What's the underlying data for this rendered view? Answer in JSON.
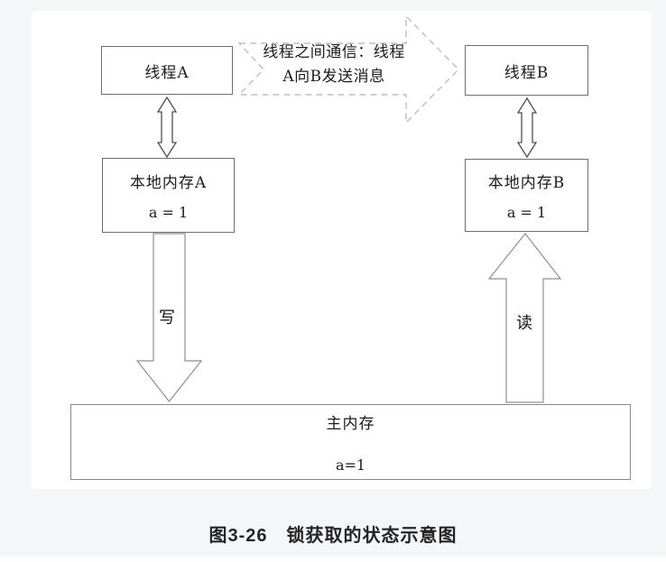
{
  "figure": {
    "thread_a_label": "线程A",
    "thread_b_label": "线程B",
    "comm_line1": "线程之间通信：线程",
    "comm_line2": "A向B发送消息",
    "local_a_title": "本地内存A",
    "local_a_value": "a = 1",
    "local_b_title": "本地内存B",
    "local_b_value": "a = 1",
    "write_label": "写",
    "read_label": "读",
    "main_memory_title": "主内存",
    "main_memory_value": "a=1",
    "caption": "图3-26　锁获取的状态示意图"
  },
  "colors": {
    "page_background": "#f5f6f8",
    "panel_background": "#ffffff",
    "box_border": "#6f6f6f",
    "main_box_border": "#8a8a8a",
    "block_arrow_stroke": "#8f8f8f",
    "double_arrow_stroke": "#4f4f4f",
    "dashed_arrow_stroke": "#bdbdbd",
    "text": "#1c1c1c"
  }
}
